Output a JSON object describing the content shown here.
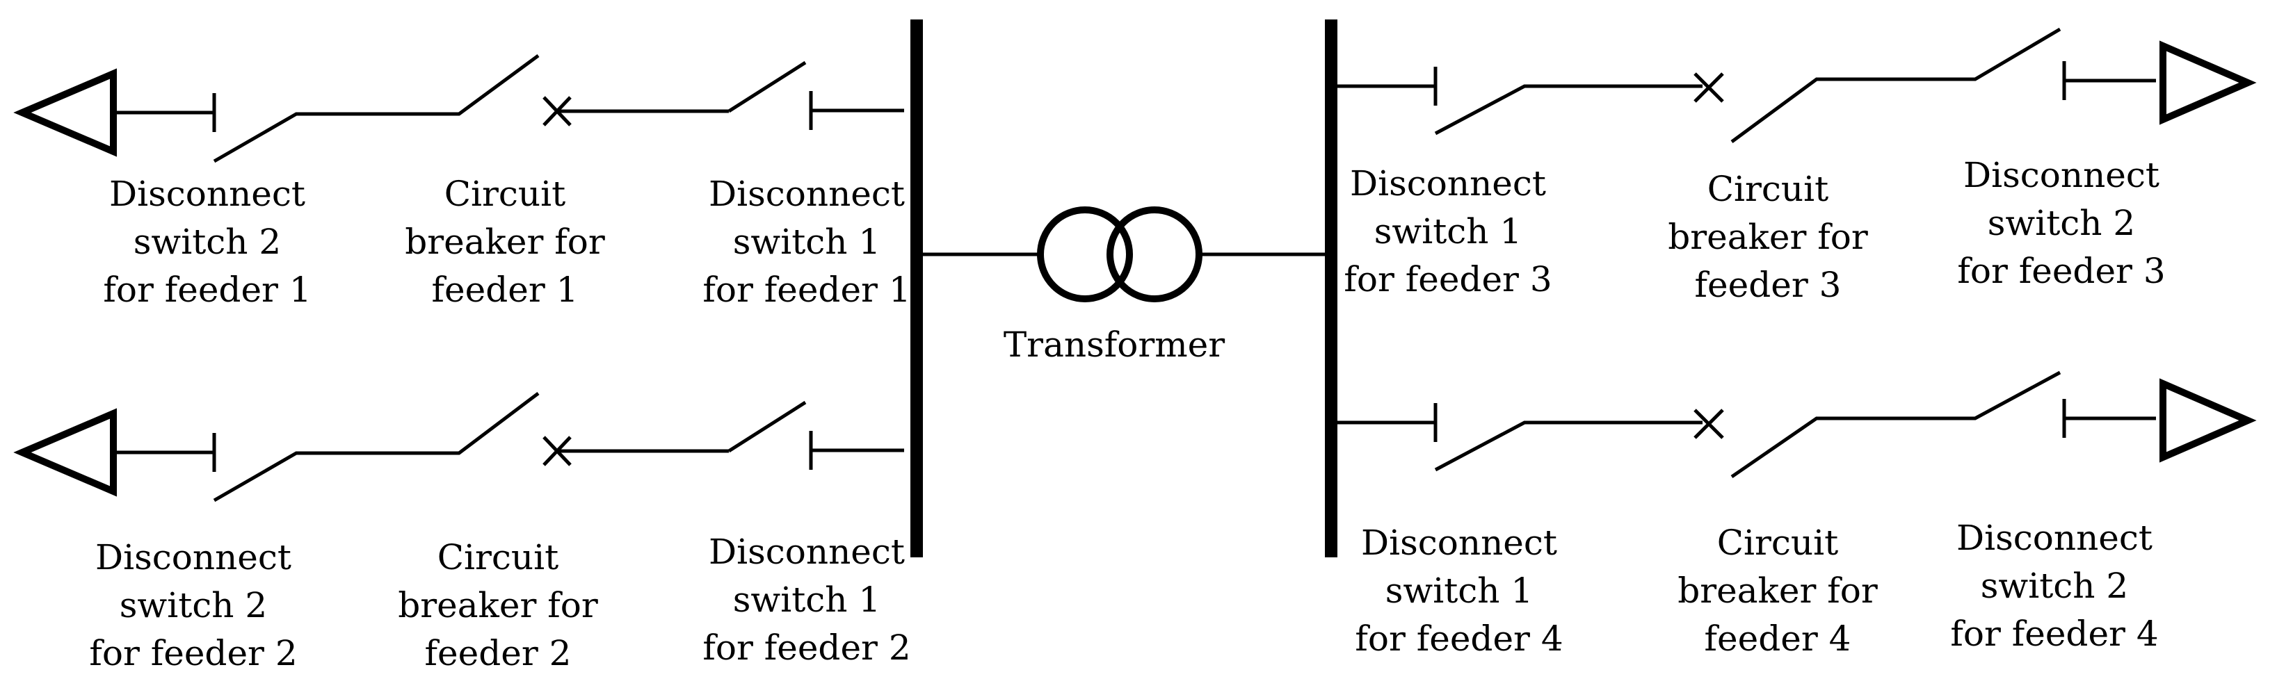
{
  "diagram": {
    "transformer": {
      "label": "Transformer"
    },
    "feeders": {
      "f1": {
        "ds2": [
          "Disconnect",
          "switch 2",
          "for feeder 1"
        ],
        "cb": [
          "Circuit",
          "breaker for",
          "feeder 1"
        ],
        "ds1": [
          "Disconnect",
          "switch 1",
          "for feeder 1"
        ]
      },
      "f2": {
        "ds2": [
          "Disconnect",
          "switch 2",
          "for feeder 2"
        ],
        "cb": [
          "Circuit",
          "breaker for",
          "feeder 2"
        ],
        "ds1": [
          "Disconnect",
          "switch 1",
          "for feeder 2"
        ]
      },
      "f3": {
        "ds1": [
          "Disconnect",
          "switch 1",
          "for feeder 3"
        ],
        "cb": [
          "Circuit",
          "breaker for",
          "feeder 3"
        ],
        "ds2": [
          "Disconnect",
          "switch 2",
          "for feeder 3"
        ]
      },
      "f4": {
        "ds1": [
          "Disconnect",
          "switch 1",
          "for feeder 4"
        ],
        "cb": [
          "Circuit",
          "breaker for",
          "feeder 4"
        ],
        "ds2": [
          "Disconnect",
          "switch 2",
          "for feeder 4"
        ]
      }
    }
  }
}
